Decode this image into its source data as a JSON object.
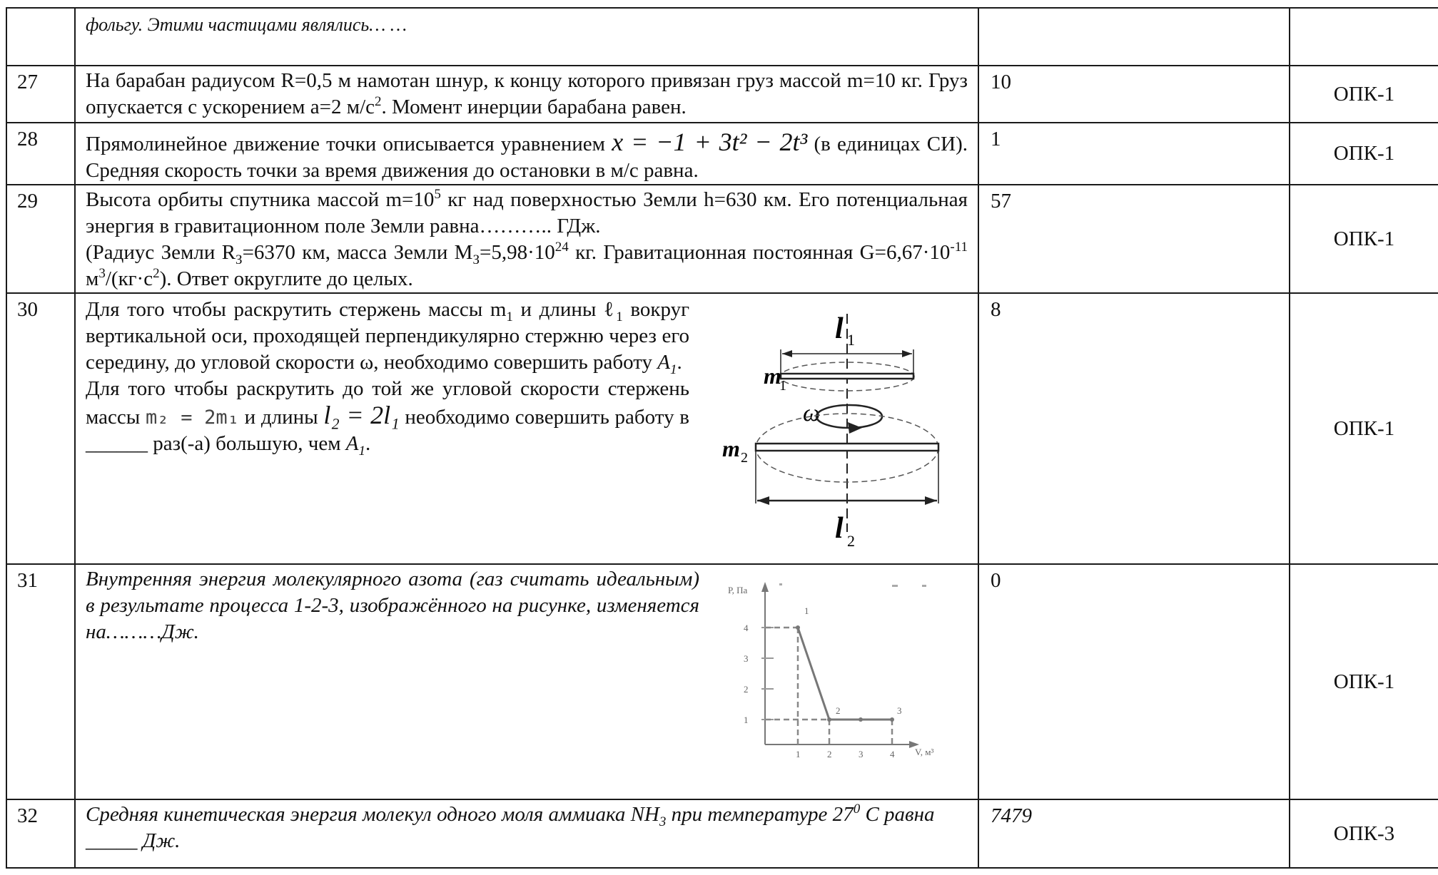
{
  "rows": [
    {
      "num": "",
      "text": "фольгу. Этими частицами являлись… …",
      "answer": "",
      "comp": ""
    },
    {
      "num": "27",
      "text_a": "На барабан радиусом R=0,5 м намотан шнур, к концу которого привязан груз массой m=10 кг. Груз опускается с ускорением a=2 м/с",
      "sup": "2",
      "text_b": ". Момент инерции барабана равен.",
      "answer": "10",
      "comp": "ОПК-1"
    },
    {
      "num": "28",
      "text_a": "Прямолинейное движение точки описывается уравнением",
      "formula": "x = −1 + 3t² − 2t³",
      "text_b": "(в единицах СИ). Средняя скорость точки за время движения до остановки в м/с равна.",
      "answer": "1",
      "comp": "ОПК-1"
    },
    {
      "num": "29",
      "p1_a": "Высота орбиты спутника массой m=10",
      "p1_sup": "5",
      "p1_b": " кг над поверхностью Земли h=630 км. Его потенциальная энергия в гравитационном поле Земли равна……….. ГДж.",
      "p2_a": "(Радиус Земли R",
      "p2_sub1": "З",
      "p2_b": "=6370 км, масса Земли М",
      "p2_sub2": "З",
      "p2_c": "=5,98·10",
      "p2_sup1": "24",
      "p2_d": " кг. Гравитационная постоянная G=6,67·10",
      "p2_sup2": "-11",
      "p2_e": " м",
      "p2_sup3": "3",
      "p2_f": "/(кг·с",
      "p2_sup4": "2",
      "p2_g": "). Ответ округлите до целых.",
      "answer": "57",
      "comp": "ОПК-1"
    },
    {
      "num": "30",
      "p1_a": " Для того чтобы раскрутить стержень массы m",
      "p1_sub1": "1",
      "p1_b": " и длины ℓ",
      "p1_sub2": "1",
      "p1_c": " вокруг вертикальной оси, проходящей перпендикулярно стержню через его середину, до угловой скорости ω, необходимо совершить работу ",
      "p1_var": "A",
      "p1_sub3": "1",
      "p1_end": ".",
      "p2_a": "Для того чтобы раскрутить до той же угловой скорости стержень массы ",
      "p2_f1": "m₂ = 2m₁",
      "p2_b": " и длины ",
      "p2_f2": "l₂ = 2l₁",
      "p2_c": " необходимо совершить работу в ______ раз(-а) большую, чем ",
      "p2_var": "A",
      "p2_sub": "1",
      "p2_end": ".",
      "fig": {
        "l1": "l",
        "l1_sub": "1",
        "m1": "m",
        "m1_sub": "1",
        "omega": "ω",
        "m2": "m",
        "m2_sub": "2",
        "l2": "l",
        "l2_sub": "2"
      },
      "answer": "8",
      "comp": "ОПК-1"
    },
    {
      "num": "31",
      "text": "Внутренняя энергия молекулярного азота (газ считать идеальным) в результате процесса 1-2-3, изображённого на рисунке, изменяется на………Дж.",
      "graph": {
        "ylabel": "Р, Па",
        "xlabel": "V, м³",
        "yticks": [
          "4",
          "3",
          "2",
          "1"
        ],
        "xticks": [
          "1",
          "2",
          "3",
          "4"
        ],
        "points": [
          "1",
          "2",
          "3"
        ]
      },
      "answer": "0",
      "comp": "ОПК-1"
    },
    {
      "num": "32",
      "text_a": "Средняя кинетическая энергия молекул одного моля аммиака NH",
      "sub": "3",
      "text_b": " при температуре 27",
      "sup": "0",
      "text_c": " С равна _____ Дж.",
      "answer": "7479",
      "comp": "ОПК-3"
    }
  ]
}
